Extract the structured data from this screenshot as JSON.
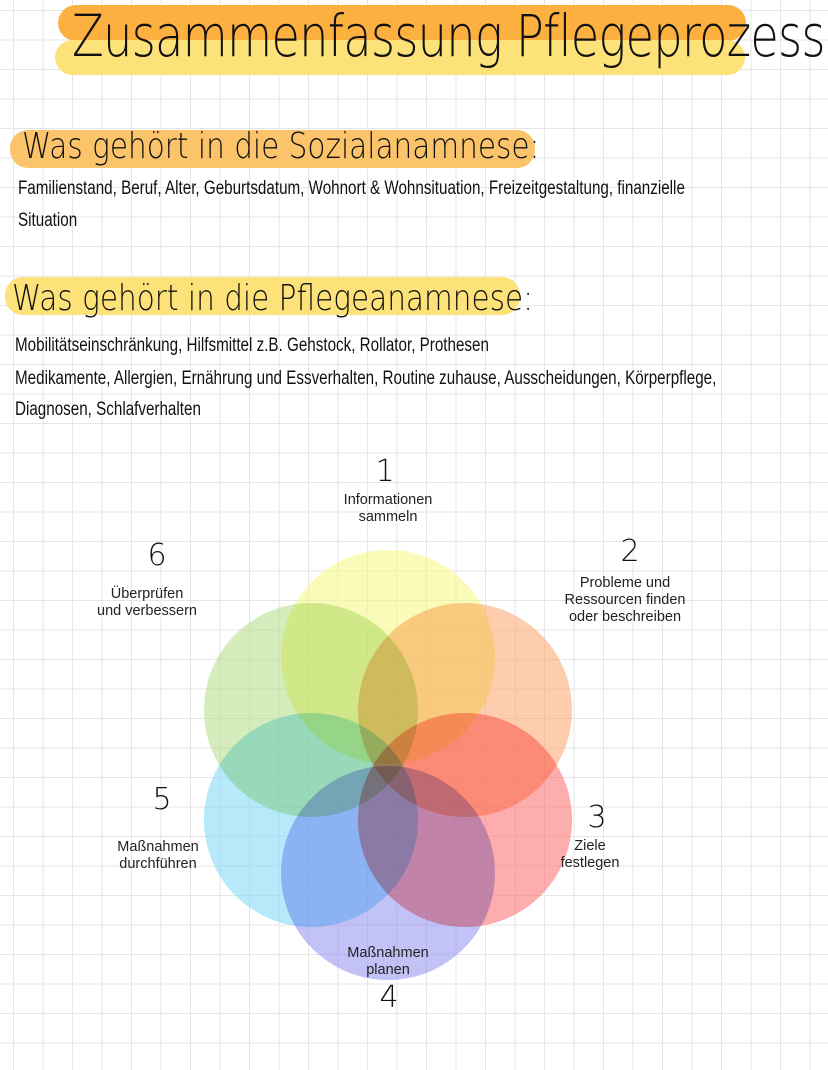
{
  "title": "Zusammenfassung Pflegeprozess",
  "sections": [
    {
      "heading": "Was gehört in die Sozialanamnese:",
      "lines": [
        "Familienstand, Beruf, Alter, Geburtsdatum, Wohnort & Wohnsituation, Freizeitgestaltung, finanzielle",
        "Situation"
      ]
    },
    {
      "heading": "Was gehört in die Pflegeanamnese:",
      "lines": [
        "Mobilitätseinschränkung, Hilfsmittel z.B. Gehstock, Rollator, Prothesen",
        "Medikamente, Allergien, Ernährung und Essverhalten, Routine zuhause, Ausscheidungen, Körperpflege,",
        "Diagnosen, Schlafverhalten"
      ]
    }
  ],
  "colors": {
    "title_bar_top": "#fbb040",
    "title_bar_bottom": "#fde27a",
    "heading1_bar": "#fcc46a",
    "heading2_bar": "#fde27a"
  },
  "diagram": {
    "steps": [
      {
        "number": "1",
        "label1": "Informationen",
        "label2": "sammeln",
        "color": "#f6f77e"
      },
      {
        "number": "2",
        "label1": "Probleme und",
        "label2": "Ressourcen finden",
        "label3": "oder beschreiben",
        "color": "#fba46a"
      },
      {
        "number": "3",
        "label1": "Ziele",
        "label2": "festlegen",
        "color": "#fb6a6a"
      },
      {
        "number": "4",
        "label1": "Maßnahmen",
        "label2": "planen",
        "color": "#8f8ff0"
      },
      {
        "number": "5",
        "label1": "Maßnahmen",
        "label2": "durchführen",
        "color": "#7ad8f5"
      },
      {
        "number": "6",
        "label1": "Überprüfen",
        "label2": "und verbessern",
        "color": "#b3dc86"
      }
    ]
  }
}
